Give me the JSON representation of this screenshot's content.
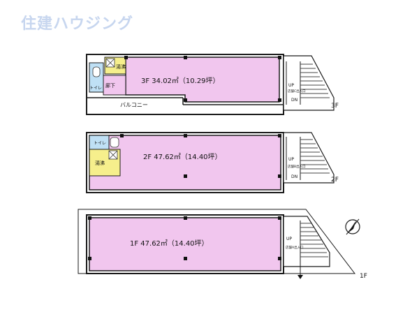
{
  "brand": {
    "logo_text": "住建ハウジング"
  },
  "floors": [
    {
      "id": "3F",
      "area_label": "3F  34.02㎡（10.29坪）",
      "floor_tag": "3F",
      "rooms": {
        "toilet": "トイレ",
        "kitchen": "湯沸",
        "hall": "廊下",
        "balcony": "バルコニー"
      },
      "stairs": {
        "up": "UP",
        "down": "DN",
        "entrance": "店舗C出入口"
      }
    },
    {
      "id": "2F",
      "area_label": "2F  47.62㎡（14.40坪）",
      "floor_tag": "2F",
      "rooms": {
        "toilet": "トイレ",
        "kitchen": "湯沸"
      },
      "stairs": {
        "up": "UP",
        "down": "DN",
        "entrance": "店舗B出入口"
      }
    },
    {
      "id": "1F",
      "area_label": "1F  47.62㎡（14.40坪）",
      "floor_tag": "1F",
      "stairs": {
        "up": "UP",
        "entrance": "店舗A出入口"
      }
    }
  ],
  "colors": {
    "room_fill": "#f1c6ee",
    "kitchen_fill": "#f6ef8c",
    "toilet_fill": "#bfe0f5",
    "wall": "#1a1a1a",
    "logo": "#c7d6ef"
  },
  "icons": {
    "compass": "north-arrow-icon"
  }
}
